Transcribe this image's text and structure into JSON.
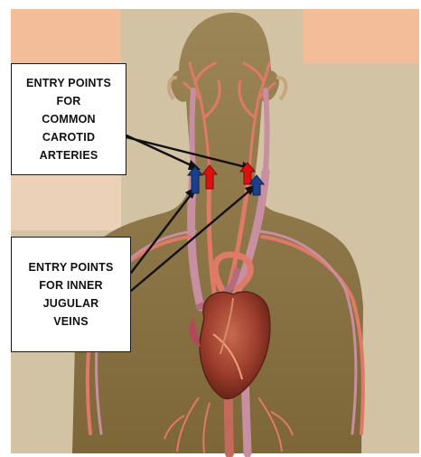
{
  "labels": {
    "carotid": [
      "ENTRY POINTS",
      "FOR",
      "COMMON",
      "CAROTID",
      "ARTERIES"
    ],
    "jugular": [
      "ENTRY POINTS",
      "FOR INNER",
      "JUGULAR",
      "VEINS"
    ]
  },
  "colors": {
    "background_panel": "#f2bd98",
    "canvas": "#d2c3a4",
    "body": "#8a7346",
    "artery": "#e07a68",
    "vein": "#c88fa0",
    "arterial_marker": "#e01010",
    "venous_marker": "#1a3f8c",
    "pointer": "#111111"
  },
  "markers": {
    "arterial": "red-up-arrow",
    "venous": "blue-up-arrow"
  }
}
